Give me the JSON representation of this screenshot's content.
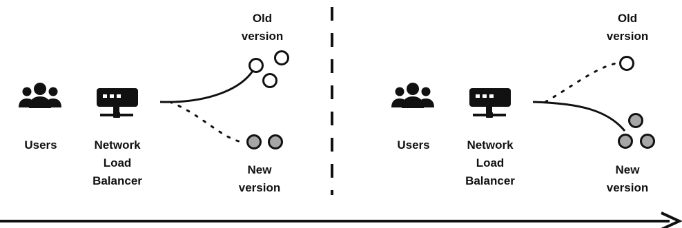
{
  "colors": {
    "stroke": "#111111",
    "old_fill": "#ffffff",
    "new_fill": "#a6a6a6"
  },
  "panels": [
    {
      "users_label": "Users",
      "balancer_label": "Network Load Balancer",
      "old_label": "Old version",
      "new_label": "New version",
      "active_route": "old",
      "old_instances": 3,
      "new_instances": 2
    },
    {
      "users_label": "Users",
      "balancer_label": "Network Load Balancer",
      "old_label": "Old version",
      "new_label": "New version",
      "active_route": "new",
      "old_instances": 1,
      "new_instances": 3
    }
  ],
  "timeline": {
    "arrow": "right"
  }
}
